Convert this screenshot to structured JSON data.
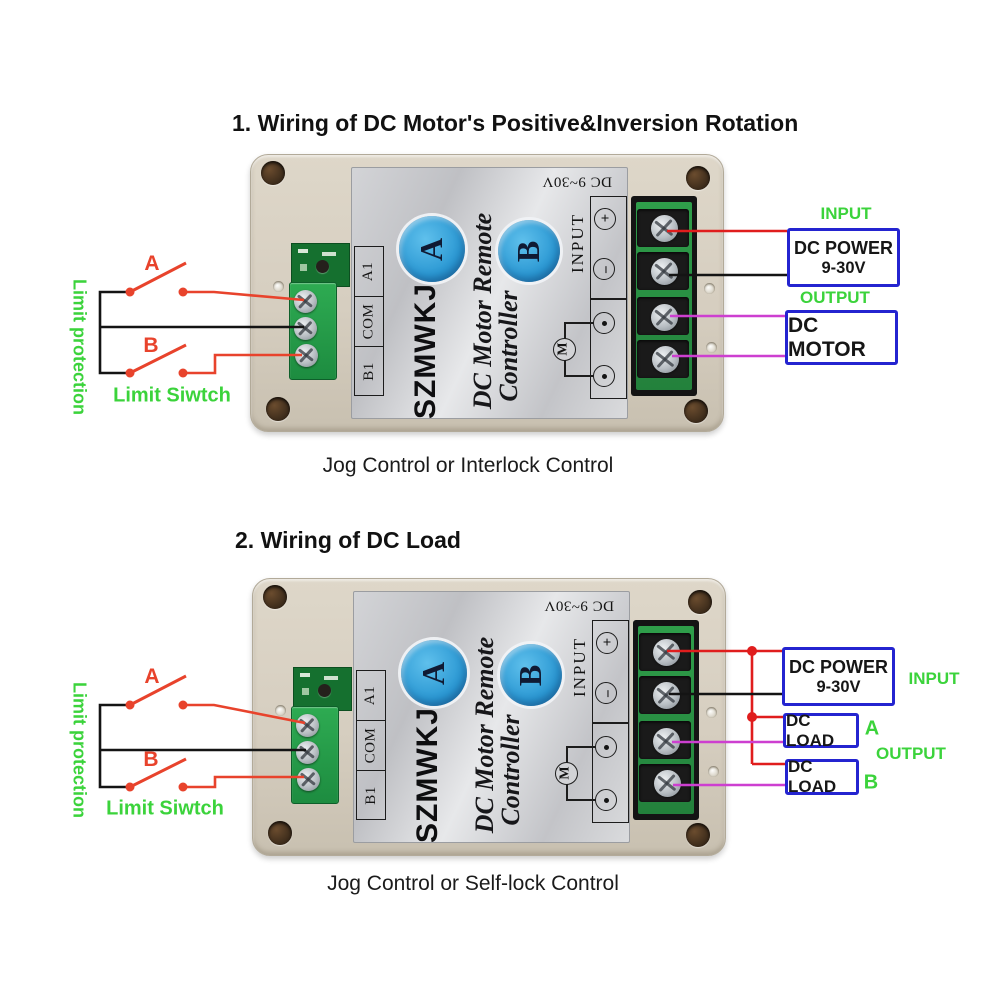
{
  "colors": {
    "annotation_green": "#3bd33b",
    "annotation_red": "#e8432c",
    "wire_red": "#e01d1d",
    "wire_black": "#141414",
    "wire_magenta": "#cd3fd0",
    "box_border_blue": "#2424d0",
    "device_body": "#d6cec0",
    "button_blue": "#2b98d3"
  },
  "device": {
    "brand": "SZMWKJ",
    "model_line1": "DC Motor Remote",
    "model_line2": "Controller",
    "rating": "DC 9~30V",
    "input_label": "INPUT",
    "button_a": "A",
    "button_b": "B",
    "terminal_a1": "A1",
    "terminal_com": "COM",
    "terminal_b1": "B1",
    "plus": "+",
    "minus": "−",
    "motor_symbol": "M"
  },
  "section1": {
    "title": "1. Wiring of DC Motor's Positive&Inversion Rotation",
    "caption": "Jog Control or Interlock Control",
    "limit_protection": "Limit protection",
    "switch_a": "A",
    "switch_b": "B",
    "limit_switch": "Limit Siwtch",
    "input": "INPUT",
    "power_line1": "DC  POWER",
    "power_line2": "9-30V",
    "output": "OUTPUT",
    "motor_box": "DC MOTOR"
  },
  "section2": {
    "title": "2. Wiring of DC Load",
    "caption": "Jog Control or Self-lock Control",
    "limit_protection": "Limit protection",
    "switch_a": "A",
    "switch_b": "B",
    "limit_switch": "Limit Siwtch",
    "input": "INPUT",
    "power_line1": "DC  POWER",
    "power_line2": "9-30V",
    "output": "OUTPUT",
    "load_a_box": "DC LOAD",
    "load_a_tag": "A",
    "load_b_box": "DC LOAD",
    "load_b_tag": "B"
  }
}
